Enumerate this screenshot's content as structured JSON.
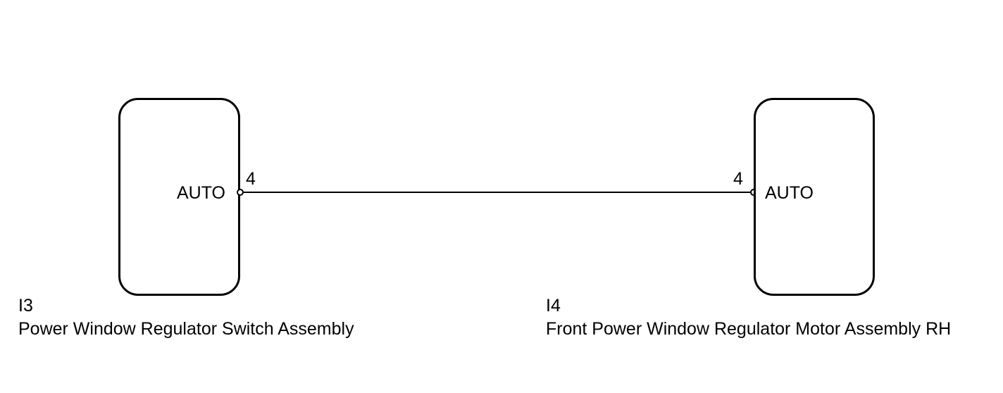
{
  "components": [
    {
      "code": "I3",
      "name": "Power Window Regulator Switch Assembly",
      "terminal_pin": "4",
      "terminal_signal": "AUTO"
    },
    {
      "code": "I4",
      "name": "Front Power Window Regulator Motor Assembly RH",
      "terminal_pin": "4",
      "terminal_signal": "AUTO"
    }
  ],
  "colors": {
    "line": "#000000",
    "background": "#ffffff"
  }
}
